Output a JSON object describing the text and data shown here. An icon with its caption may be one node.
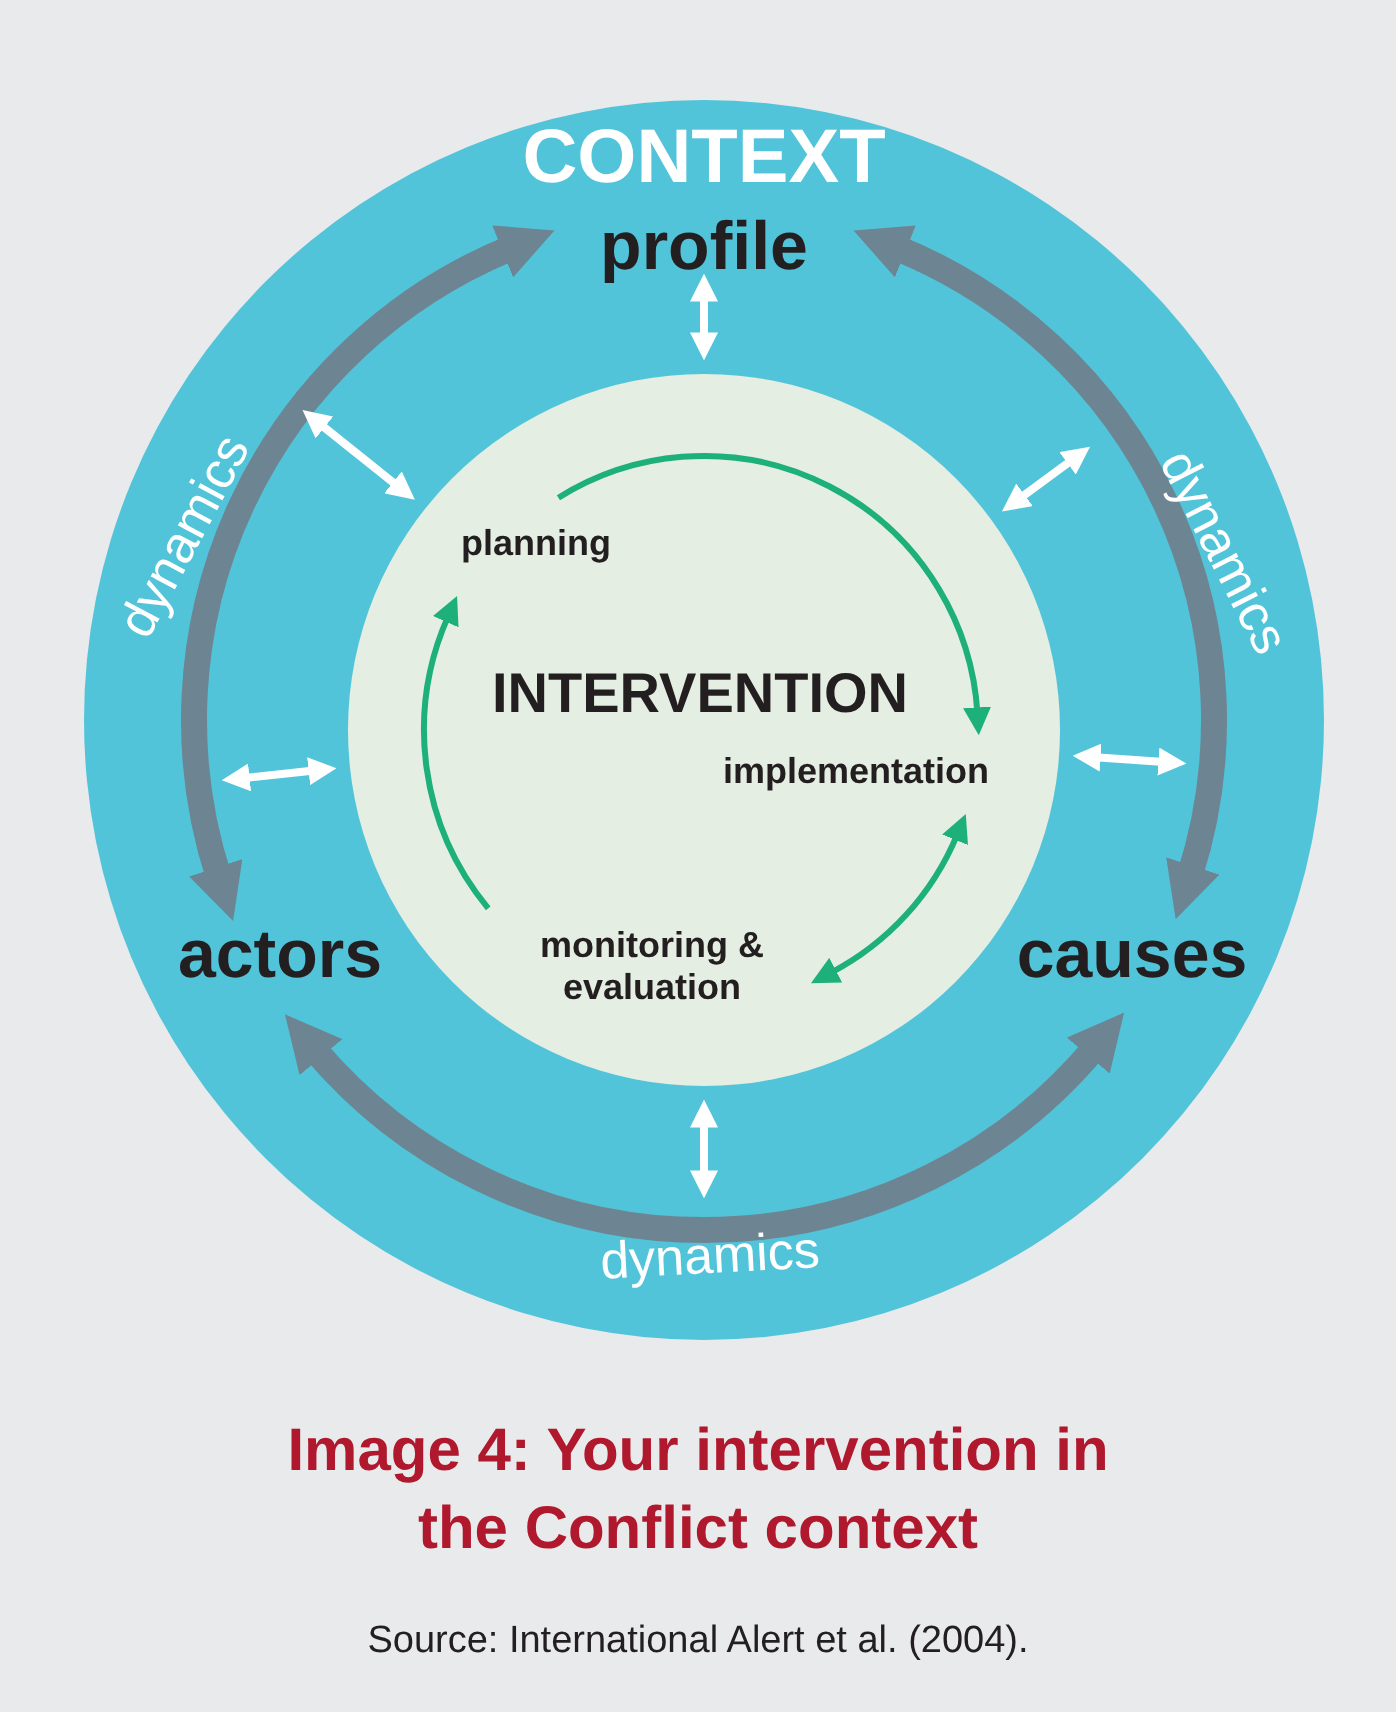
{
  "diagram": {
    "caption": "Image 4: Your intervention in the Conflict context",
    "nodes": [
      {
        "text": [
          "CONTEXT"
        ]
      },
      {
        "text": [
          "profile"
        ],
        "in": 0
      },
      {
        "text": [
          "actors"
        ],
        "in": 0
      },
      {
        "text": [
          "causes"
        ],
        "in": 0
      },
      {
        "text": [
          "INTERVENTION"
        ],
        "in": 0
      },
      {
        "text": [
          "planning"
        ],
        "in": 4
      },
      {
        "text": [
          "implementation"
        ],
        "in": 4
      },
      {
        "text": [
          "monitoring & evaluation"
        ],
        "in": 4
      }
    ],
    "edges": [
      {
        "from": 1,
        "to": 2,
        "arrow": "both",
        "label": "dynamics",
        "style": "thick",
        "color": "#6d8593"
      },
      {
        "from": 1,
        "to": 3,
        "arrow": "both",
        "label": "dynamics",
        "style": "thick",
        "color": "#6d8593"
      },
      {
        "from": 2,
        "to": 3,
        "arrow": "both",
        "label": "dynamics",
        "style": "thick",
        "color": "#6d8593"
      },
      {
        "from": 1,
        "to": 4,
        "arrow": "both"
      },
      {
        "from": null,
        "to": 4,
        "arrow": "both"
      },
      {
        "from": null,
        "to": 4,
        "arrow": "both"
      },
      {
        "from": null,
        "to": 4,
        "arrow": "both"
      },
      {
        "from": null,
        "to": 4,
        "arrow": "both"
      },
      {
        "from": null,
        "to": 4,
        "arrow": "both"
      },
      {
        "from": 5,
        "to": 6,
        "arrow": "to",
        "color": "#1db07a"
      },
      {
        "from": 6,
        "to": 7,
        "arrow": "both",
        "color": "#1db07a"
      },
      {
        "from": 7,
        "to": 5,
        "arrow": "to",
        "color": "#1db07a"
      }
    ],
    "labels": [
      "Source: International Alert et al. (2004)."
    ]
  }
}
